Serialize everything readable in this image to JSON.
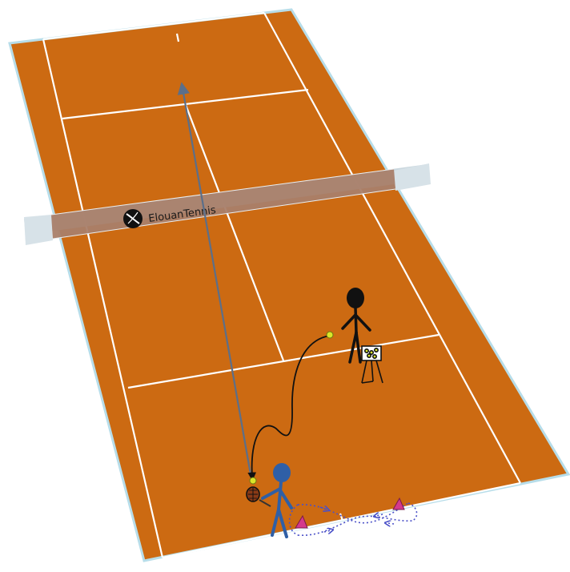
{
  "court": {
    "surface": "clay",
    "surface_color": "#cc6a12",
    "line_color": "#ffffff",
    "edge_color": "#b7dde9"
  },
  "net": {
    "brand_text": "ElouanTennis",
    "tape_color": "#c7d5dc",
    "band_color": "#a9806a"
  },
  "diagram": {
    "players": [
      {
        "role": "feeder",
        "color": "#111111",
        "equipment": "ball-basket"
      },
      {
        "role": "hitter",
        "color": "#2f5fa6",
        "equipment": "racket"
      }
    ],
    "cones": [
      {
        "color": "#d43a8c"
      },
      {
        "color": "#d43a8c"
      }
    ],
    "paths": [
      {
        "kind": "ball-trajectory",
        "style": "solid",
        "color": "#111111"
      },
      {
        "kind": "shot-direction",
        "style": "solid-arrow",
        "color": "#5b6f8a"
      },
      {
        "kind": "footwork-pattern",
        "style": "dotted",
        "color": "#4a50c8"
      }
    ],
    "ball_color": "#d9e62a"
  }
}
